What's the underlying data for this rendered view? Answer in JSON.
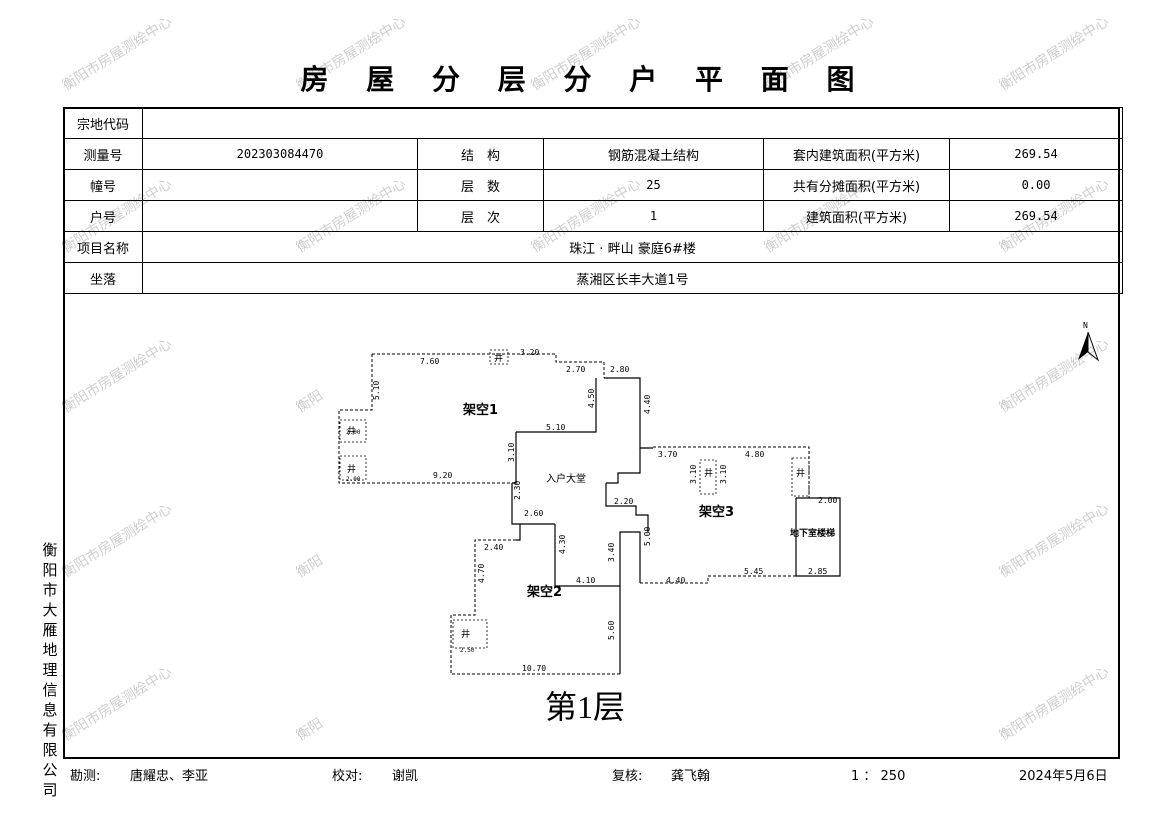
{
  "title": "房 屋 分 层 分 户 平 面 图",
  "table": {
    "parcel_code_label": "宗地代码",
    "parcel_code_value": "",
    "survey_no_label": "测量号",
    "survey_no_value": "202303084470",
    "structure_label": "结　构",
    "structure_value": "钢筋混凝土结构",
    "inner_area_label": "套内建筑面积(平方米)",
    "inner_area_value": "269.54",
    "building_no_label": "幢号",
    "building_no_value": "",
    "floors_label": "层　数",
    "floors_value": "25",
    "shared_area_label": "共有分摊面积(平方米)",
    "shared_area_value": "0.00",
    "unit_no_label": "户号",
    "unit_no_value": "",
    "floor_label": "层　次",
    "floor_value": "1",
    "building_area_label": "建筑面积(平方米)",
    "building_area_value": "269.54",
    "project_label": "项目名称",
    "project_value": "珠江 · 畔山 豪庭6#楼",
    "location_label": "坐落",
    "location_value": "蒸湘区长丰大道1号"
  },
  "plan": {
    "rooms": {
      "jiakong1": "架空1",
      "jiakong2": "架空2",
      "jiakong3": "架空3",
      "entrance_hall": "入户大堂",
      "basement_stairs": "地下室楼梯"
    },
    "shaft_label": "井",
    "north": "N",
    "dims": [
      "7.60",
      "3.20",
      "2.70",
      "2.80",
      "5.10",
      "4.50",
      "4.40",
      "5.10",
      "3.10",
      "9.20",
      "2.30",
      "2.60",
      "2.20",
      "3.70",
      "4.80",
      "3.10",
      "3.10",
      "2.00",
      "2.40",
      "4.30",
      "3.40",
      "5.00",
      "4.70",
      "4.10",
      "4.40",
      "5.45",
      "2.85",
      "5.60",
      "10.70",
      "2.00",
      "2.00",
      "2.50"
    ],
    "floor_name": "第1层"
  },
  "side_org": "衡阳市大雁地理信息有限公司",
  "watermark": "衡阳市房屋测绘中心",
  "watermark_short": "衡阳",
  "footer": {
    "surveyor_label": "勘测:",
    "surveyor_value": "唐耀忠、李亚",
    "checker_label": "校对:",
    "checker_value": "谢凯",
    "reviewer_label": "复核:",
    "reviewer_value": "龚飞翰",
    "scale": "1 ： 250",
    "date": "2024年5月6日"
  }
}
